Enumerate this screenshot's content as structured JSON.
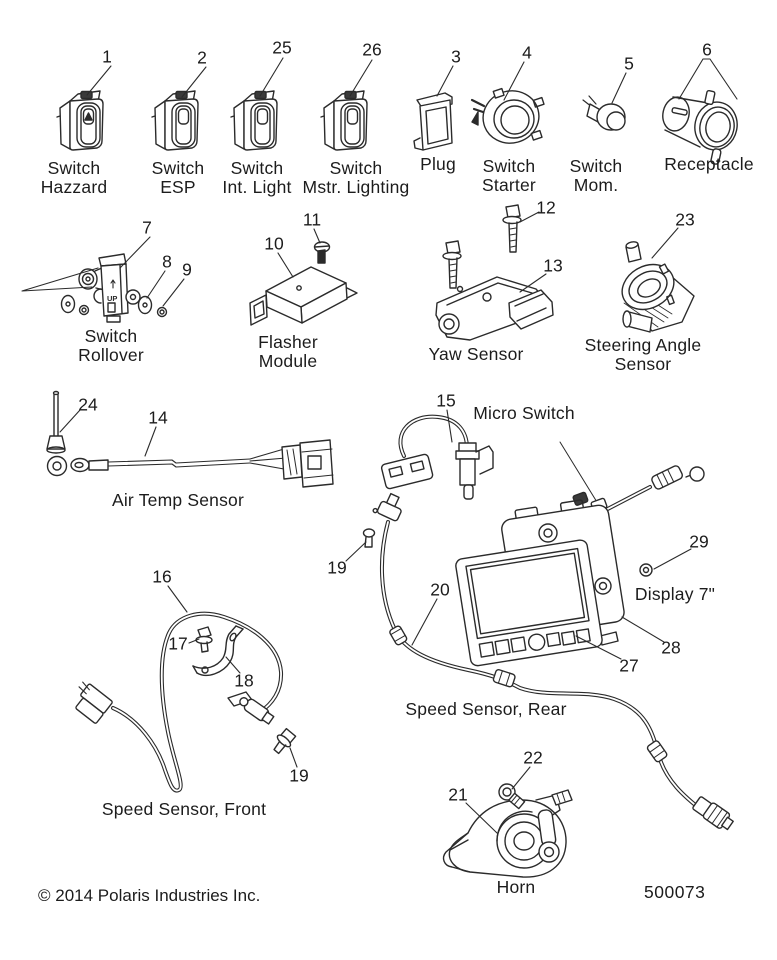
{
  "diagram": {
    "background_color": "#ffffff",
    "line_color": "#2b2b2b",
    "text_color": "#1c1c1c"
  },
  "labels": {
    "switch_hazzard": "Switch\nHazzard",
    "switch_esp": "Switch\nESP",
    "switch_int_light": "Switch\nInt. Light",
    "switch_mstr_lighting": "Switch\nMstr. Lighting",
    "plug": "Plug",
    "switch_starter": "Switch\nStarter",
    "switch_mom": "Switch\nMom.",
    "receptacle": "Receptacle",
    "switch_rollover": "Switch\nRollover",
    "flasher_module": "Flasher\nModule",
    "yaw_sensor": "Yaw Sensor",
    "steering_angle_sensor": "Steering Angle\nSensor",
    "air_temp_sensor": "Air Temp Sensor",
    "micro_switch": "Micro Switch",
    "display_7": "Display 7\"",
    "speed_sensor_rear": "Speed Sensor, Rear",
    "speed_sensor_front": "Speed Sensor, Front",
    "horn": "Horn",
    "rollover_marking": "UP"
  },
  "callouts": {
    "c1": "1",
    "c2": "2",
    "c25": "25",
    "c26": "26",
    "c3": "3",
    "c4": "4",
    "c5": "5",
    "c6": "6",
    "c7": "7",
    "c8": "8",
    "c9": "9",
    "c10": "10",
    "c11": "11",
    "c12": "12",
    "c13": "13",
    "c23": "23",
    "c24": "24",
    "c14": "14",
    "c15": "15",
    "c19a": "19",
    "c20": "20",
    "c29": "29",
    "c28": "28",
    "c27": "27",
    "c16": "16",
    "c17": "17",
    "c18": "18",
    "c19b": "19",
    "c21": "21",
    "c22": "22"
  },
  "footer": {
    "copyright": "© 2014 Polaris Industries Inc.",
    "sheet_number": "500073"
  }
}
